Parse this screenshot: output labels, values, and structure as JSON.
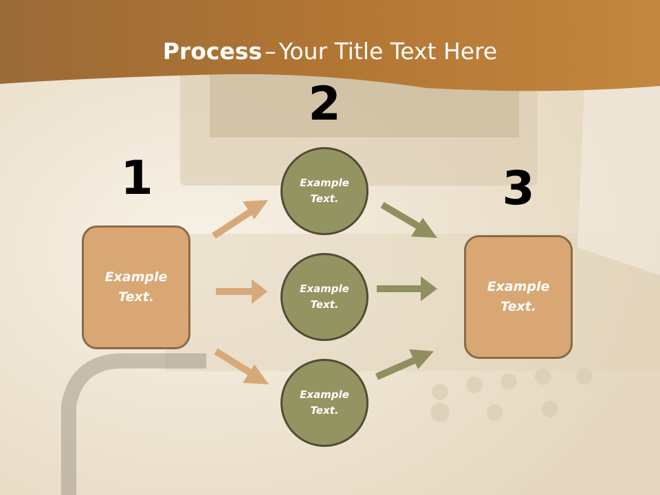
{
  "title": {
    "bold": "Process",
    "separator": "–",
    "rest": "Your Title Text Here"
  },
  "colors": {
    "header_band": "#b47a3a",
    "box_fill": "#d9a773",
    "box_border": "#876b48",
    "circle_fill": "#949362",
    "circle_border": "#4f4c34",
    "tan_arrow": "#d7a978",
    "olive_arrow": "#8f8f5f"
  },
  "steps": {
    "one": {
      "number": "1",
      "label": "Example\nText."
    },
    "two": {
      "number": "2",
      "items": [
        {
          "label": "Example\nText."
        },
        {
          "label": "Example\nText."
        },
        {
          "label": "Example\nText."
        }
      ]
    },
    "three": {
      "number": "3",
      "label": "Example\nText."
    }
  }
}
